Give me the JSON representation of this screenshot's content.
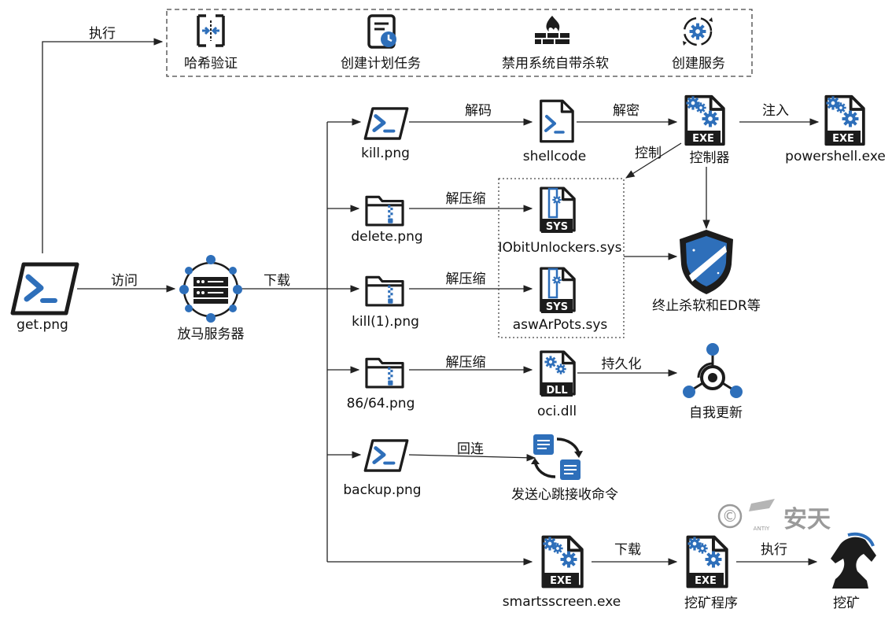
{
  "colors": {
    "accent": "#2e6fba",
    "dark": "#1c1c1c",
    "line": "#222222",
    "watermark": "#9a9a9a"
  },
  "top_group": {
    "items": [
      {
        "label": "哈希验证",
        "icon": "hash-verify-icon"
      },
      {
        "label": "创建计划任务",
        "icon": "scheduled-task-icon"
      },
      {
        "label": "禁用系统自带杀软",
        "icon": "firewall-icon"
      },
      {
        "label": "创建服务",
        "icon": "service-icon"
      }
    ]
  },
  "nodes": {
    "get": "get.png",
    "server": "放马服务器",
    "kill": "kill.png",
    "shellcode": "shellcode",
    "controller": "控制器",
    "powershell": "powershell.exe",
    "delete": "delete.png",
    "iobit": "IObitUnlockers.sys",
    "kill1": "kill(1).png",
    "asw": "aswArPots.sys",
    "terminate": "终止杀软和EDR等",
    "p8664": "86/64.png",
    "oci": "oci.dll",
    "selfupdate": "自我更新",
    "backup": "backup.png",
    "heartbeat": "发送心跳接收命令",
    "smartscreen": "smartsscreen.exe",
    "miner": "挖矿程序",
    "mining": "挖矿"
  },
  "edges": {
    "execute_top": "执行",
    "visit": "访问",
    "download": "下载",
    "decode": "解码",
    "decrypt": "解密",
    "inject": "注入",
    "control": "控制",
    "unzip1": "解压缩",
    "unzip2": "解压缩",
    "unzip3": "解压缩",
    "persist": "持久化",
    "callback": "回连",
    "download2": "下载",
    "execute2": "执行"
  },
  "badges": {
    "exe": "EXE",
    "sys": "SYS",
    "dll": "DLL"
  },
  "watermark": {
    "copyright": "©",
    "brand": "安天",
    "sub": "ANTIY"
  }
}
